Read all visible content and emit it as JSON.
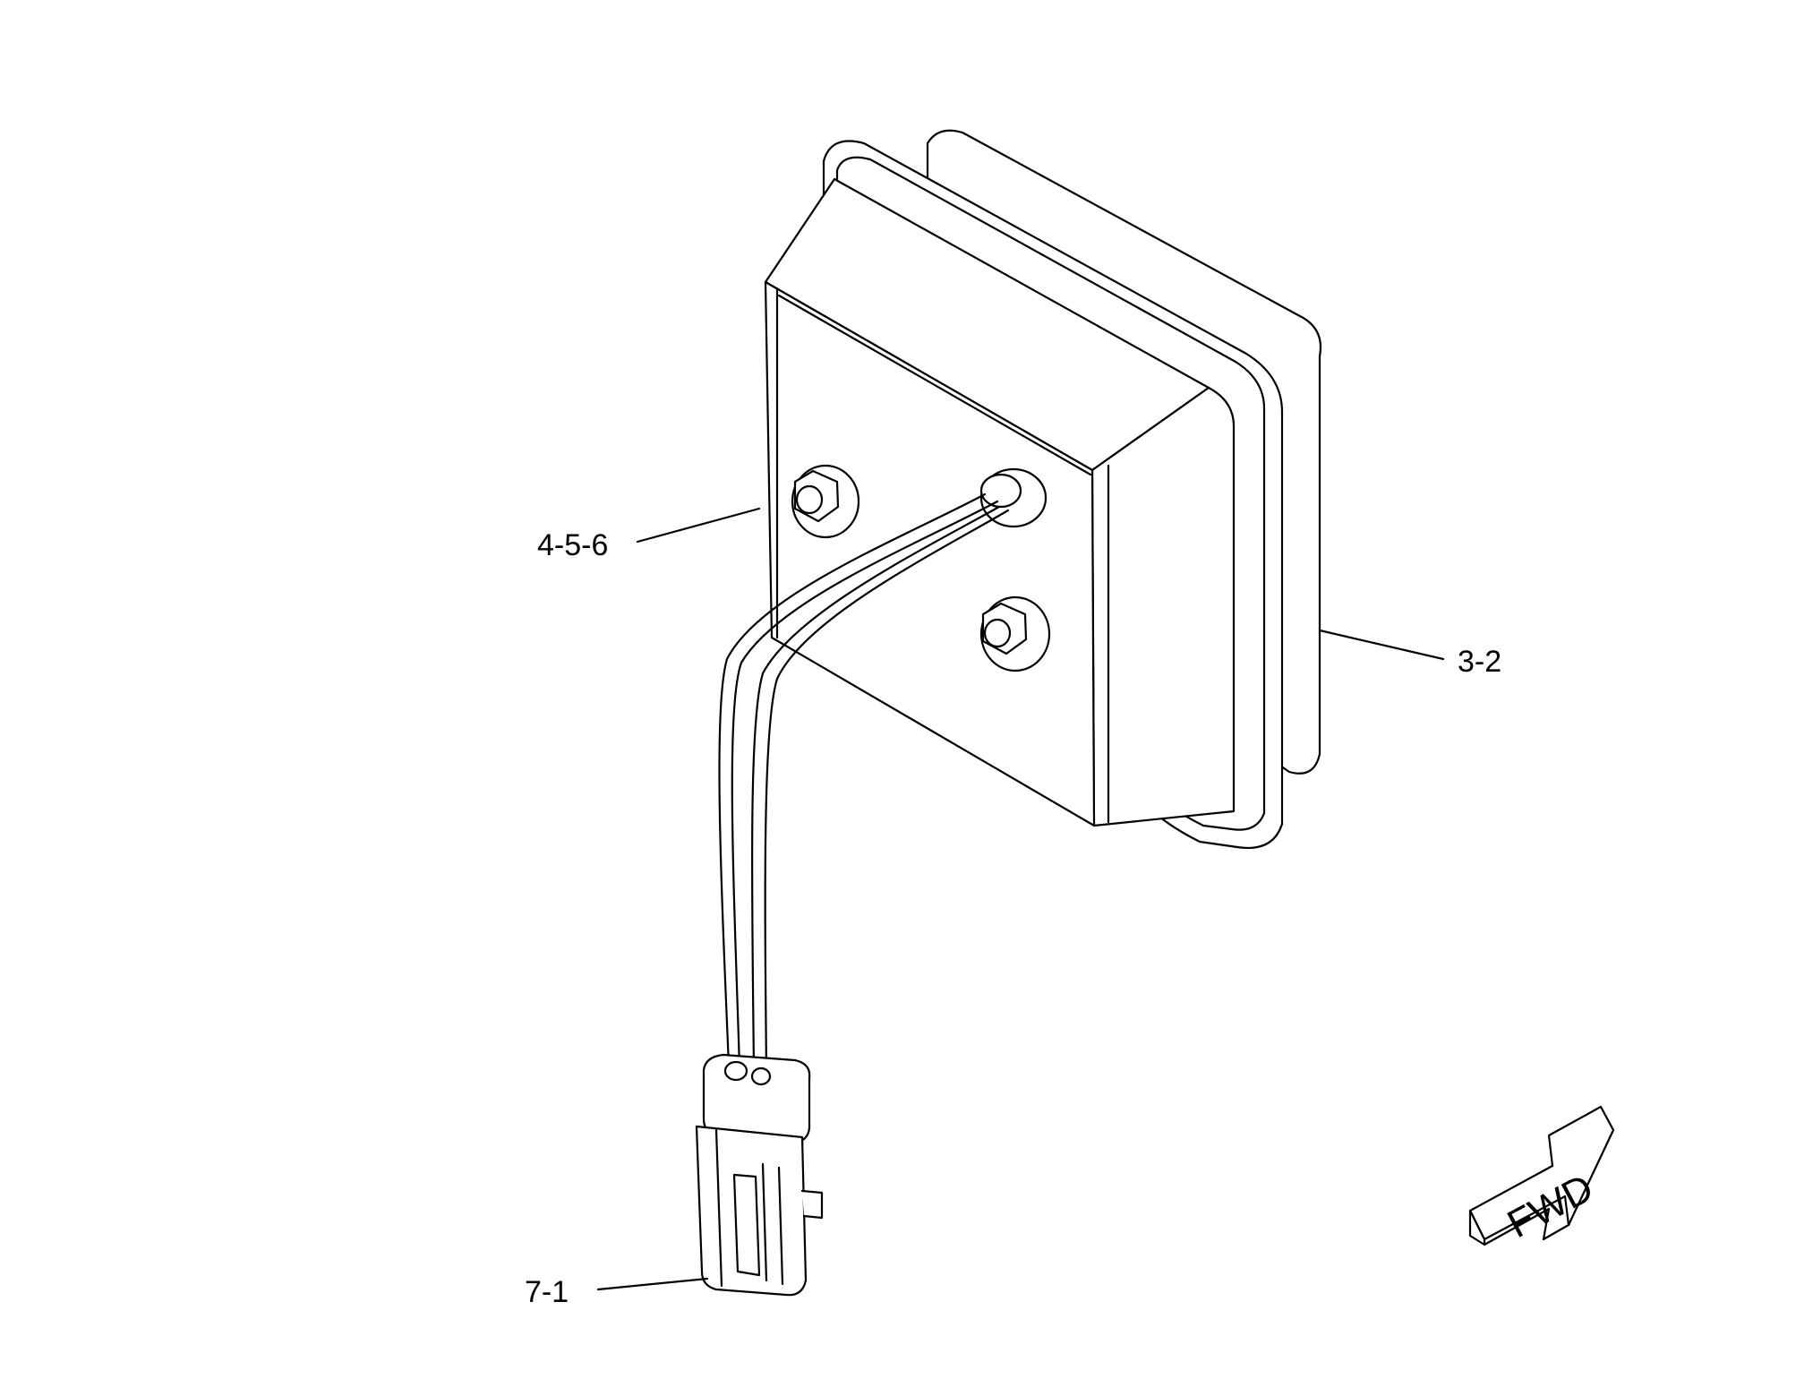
{
  "callouts": {
    "lamp_assembly": "3-2",
    "nut_hardware": "4-5-6",
    "connector": "7-1"
  },
  "direction_arrow": {
    "label": "FWD"
  },
  "colors": {
    "line": "#000000",
    "background": "#ffffff"
  }
}
